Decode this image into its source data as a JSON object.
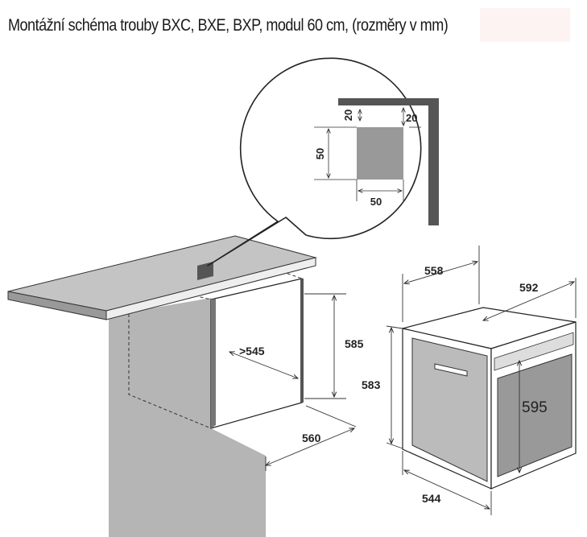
{
  "title": "Montážní schéma trouby BXC, BXE, BXP, modul 60 cm, (rozměry v mm)",
  "detail": {
    "gap_top": "20",
    "gap_right": "20",
    "hole_height": "50",
    "hole_width": "50"
  },
  "cabinet": {
    "height": "585",
    "depth": "560",
    "width": ">545"
  },
  "oven": {
    "depth": "558",
    "width": "592",
    "side_height": "583",
    "front_height": "595",
    "bottom_depth": "544"
  },
  "colors": {
    "gray": "#aaaaaa",
    "dark": "#555555",
    "line": "#222222"
  }
}
